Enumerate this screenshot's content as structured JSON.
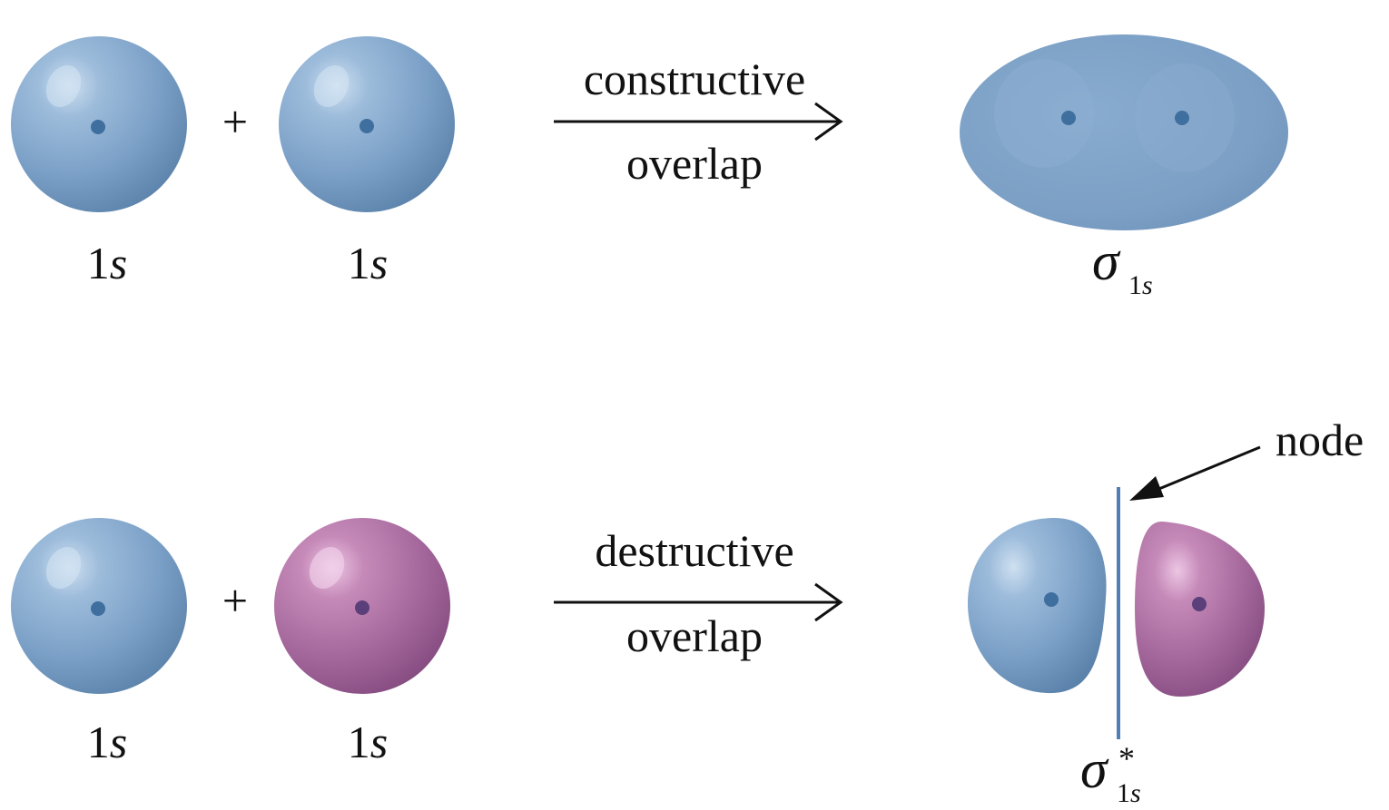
{
  "colors": {
    "blue_orbital": "#7ea4c9",
    "blue_orbital_dark": "#5f86ad",
    "blue_orbital_light": "#b8d0e6",
    "purple_orbital": "#a86a9c",
    "purple_orbital_dark": "#8a4f85",
    "purple_orbital_light": "#d7a6cd",
    "nucleus_blue": "#3f6f9e",
    "nucleus_purple": "#5a3f7a",
    "node_line": "#4f7fb5"
  },
  "icons": {
    "orbital_blue": "sphere-blue",
    "orbital_purple": "sphere-purple",
    "arrow": "right-arrow"
  },
  "rows": {
    "top": {
      "left_label_num": "1",
      "left_label_sub": "s",
      "right_label_num": "1",
      "right_label_sub": "s",
      "plus": "+",
      "arrow_top": "constructive",
      "arrow_bottom": "overlap",
      "result_symbol": "σ",
      "result_sub_num": "1",
      "result_sub_letter": "s"
    },
    "bottom": {
      "left_label_num": "1",
      "left_label_sub": "s",
      "right_label_num": "1",
      "right_label_sub": "s",
      "plus": "+",
      "arrow_top": "destructive",
      "arrow_bottom": "overlap",
      "result_symbol": "σ",
      "result_star": "*",
      "result_sub_num": "1",
      "result_sub_letter": "s",
      "node_label": "node"
    }
  }
}
